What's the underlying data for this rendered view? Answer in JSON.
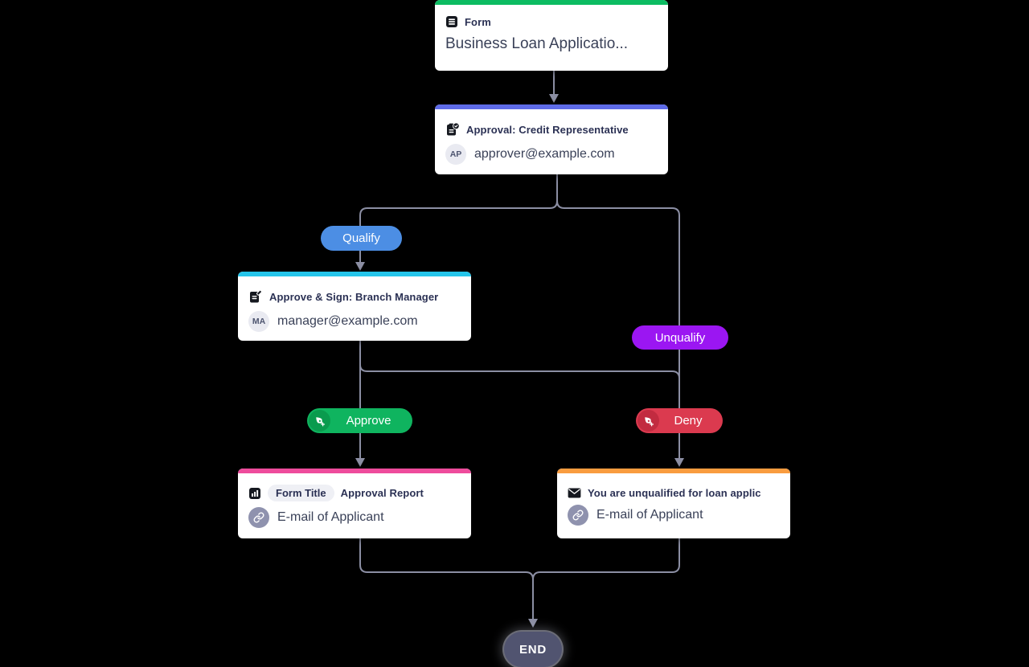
{
  "colors": {
    "background": "#000000",
    "connector": "#8B8EA3",
    "form_accent": "#0CBC62",
    "approval_accent": "#5E6BE8",
    "sign_accent": "#25C5EA",
    "report_accent": "#EE4C9C",
    "email_accent": "#F99C3F",
    "qualify": "#4C8EE4",
    "unqualify": "#9B16F2",
    "approve": "#0FB45F",
    "approve_badge": "#0A9B4E",
    "deny": "#DB3A4F",
    "deny_badge": "#C22B40",
    "end_bg": "#515470"
  },
  "nodes": {
    "form": {
      "type_label": "Form",
      "title": "Business Loan Applicatio..."
    },
    "approval": {
      "title": "Approval: Credit Representative",
      "avatar": "AP",
      "email": "approver@example.com"
    },
    "sign": {
      "title": "Approve & Sign: Branch Manager",
      "avatar": "MA",
      "email": "manager@example.com"
    },
    "report": {
      "field_badge": "Form Title",
      "title": "Approval Report",
      "recipient": "E-mail of Applicant"
    },
    "email": {
      "title": "You are unqualified for loan applic",
      "recipient": "E-mail of Applicant"
    },
    "end": {
      "label": "END"
    }
  },
  "branches": {
    "qualify": {
      "label": "Qualify"
    },
    "unqualify": {
      "label": "Unqualify"
    },
    "approve": {
      "label": "Approve"
    },
    "deny": {
      "label": "Deny"
    }
  }
}
